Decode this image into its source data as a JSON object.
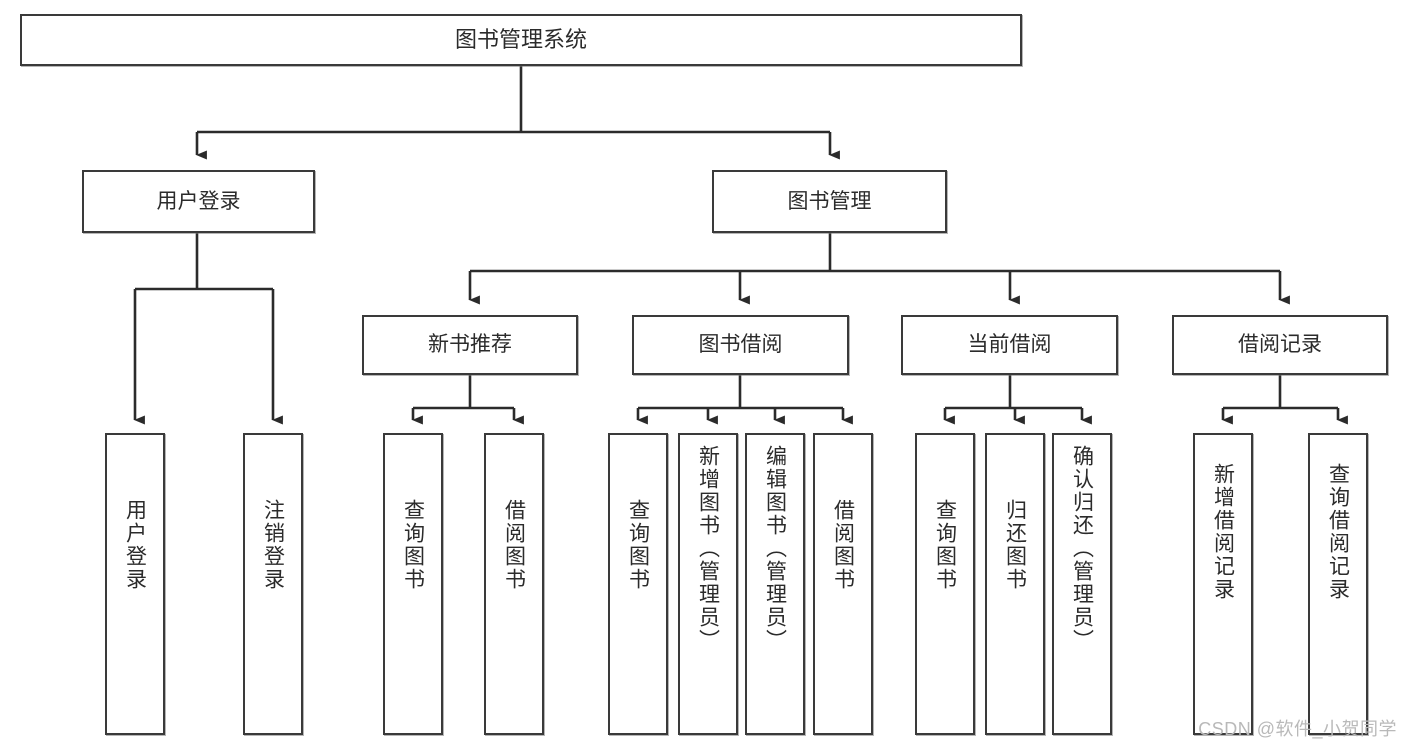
{
  "diagram": {
    "kind": "functional-structure-tree",
    "root": {
      "id": "root",
      "label": "图书管理系统"
    },
    "level2": [
      {
        "id": "user-login",
        "label": "用户登录"
      },
      {
        "id": "book-manage",
        "label": "图书管理"
      }
    ],
    "level3": [
      {
        "id": "new-book-rec",
        "label": "新书推荐",
        "parent": "book-manage"
      },
      {
        "id": "book-borrow",
        "label": "图书借阅",
        "parent": "book-manage"
      },
      {
        "id": "current-borrow",
        "label": "当前借阅",
        "parent": "book-manage"
      },
      {
        "id": "borrow-record",
        "label": "借阅记录",
        "parent": "book-manage"
      }
    ],
    "leaves": [
      {
        "id": "leaf-user-login",
        "label": "用户登录",
        "parent": "user-login"
      },
      {
        "id": "leaf-user-logout",
        "label": "注销登录",
        "parent": "user-login"
      },
      {
        "id": "leaf-rec-query",
        "label": "查询图书",
        "parent": "new-book-rec"
      },
      {
        "id": "leaf-rec-borrow",
        "label": "借阅图书",
        "parent": "new-book-rec"
      },
      {
        "id": "leaf-borrow-query",
        "label": "查询图书",
        "parent": "book-borrow"
      },
      {
        "id": "leaf-borrow-add",
        "label": "新增图书（管理员）",
        "parent": "book-borrow"
      },
      {
        "id": "leaf-borrow-edit",
        "label": "编辑图书（管理员）",
        "parent": "book-borrow"
      },
      {
        "id": "leaf-borrow-lend",
        "label": "借阅图书",
        "parent": "book-borrow"
      },
      {
        "id": "leaf-cur-query",
        "label": "查询图书",
        "parent": "current-borrow"
      },
      {
        "id": "leaf-cur-return",
        "label": "归还图书",
        "parent": "current-borrow"
      },
      {
        "id": "leaf-cur-confirm",
        "label": "确认归还（管理员）",
        "parent": "current-borrow"
      },
      {
        "id": "leaf-rec-add",
        "label": "新增借阅记录",
        "parent": "borrow-record"
      },
      {
        "id": "leaf-rec-search",
        "label": "查询借阅记录",
        "parent": "borrow-record"
      }
    ]
  },
  "watermark": {
    "text": "CSDN @软件_小贺同学"
  },
  "colors": {
    "background": "#ffffff",
    "box_border": "#3a3a3a",
    "box_fill": "#ffffff",
    "text": "#2b2b2b",
    "connector": "#2b2b2b",
    "watermark": "#b9b9b9"
  }
}
